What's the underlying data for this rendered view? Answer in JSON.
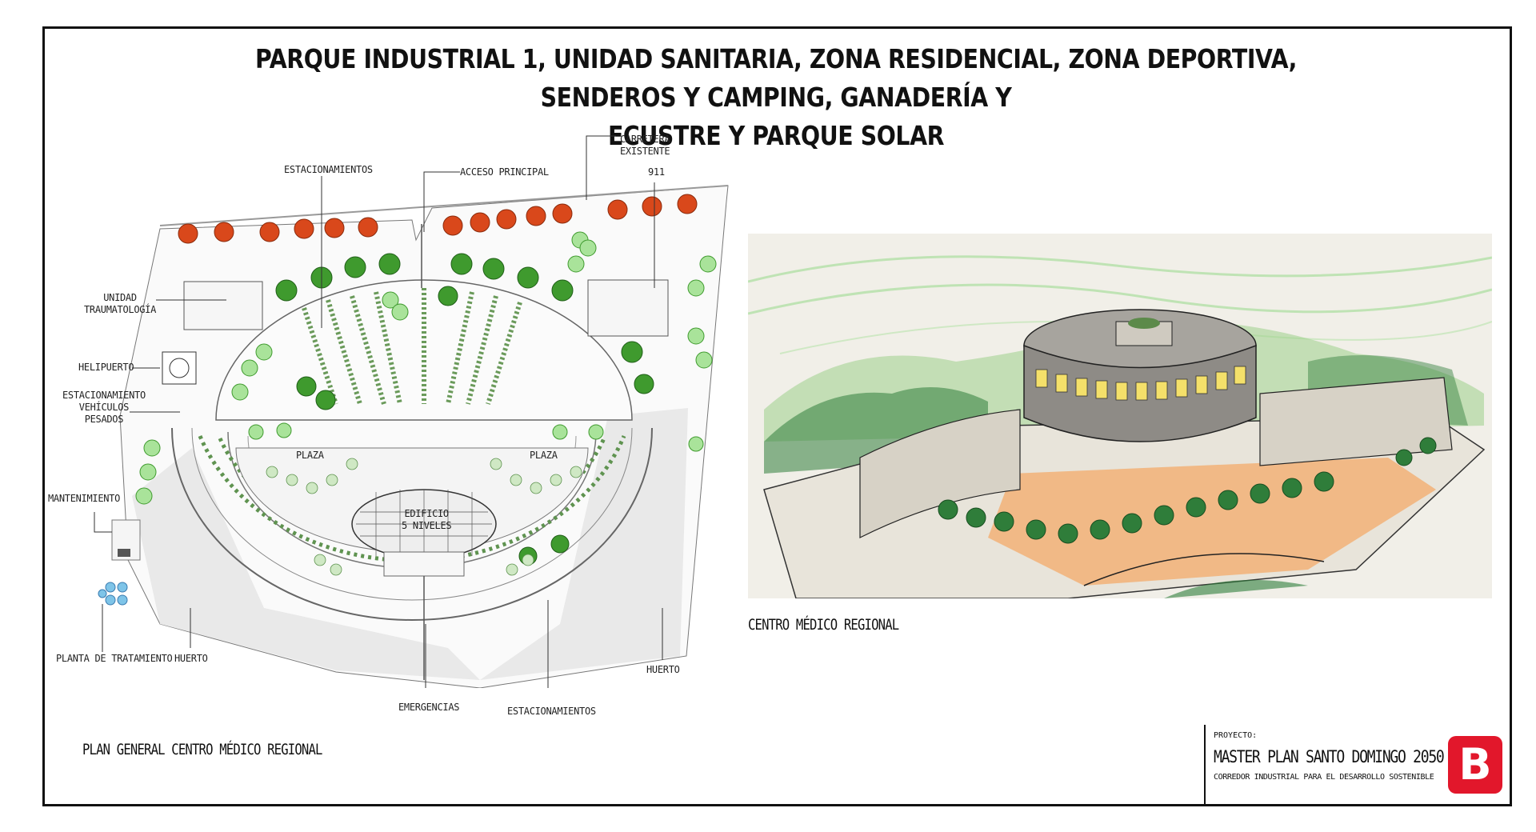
{
  "title": {
    "line1": "PARQUE INDUSTRIAL  1, UNIDAD SANITARIA, ZONA RESIDENCIAL, ZONA DEPORTIVA, SENDEROS Y CAMPING, GANADERÍA Y",
    "line2": "ECUSTRE Y PARQUE SOLAR"
  },
  "plan": {
    "labels": {
      "estacionamientos_top": "ESTACIONAMIENTOS",
      "acceso_principal": "ACCESO PRINCIPAL",
      "carretera_line1": "CARRETERA",
      "carretera_line2": "EXISTENTE",
      "n911": "911",
      "unidad_line1": "UNIDAD",
      "unidad_line2": "TRAUMATOLOGÍA",
      "helipuerto": "HELIPUERTO",
      "estac_pesados_line1": "ESTACIONAMIENTO",
      "estac_pesados_line2": "VEHÍCULOS",
      "estac_pesados_line3": "PESADOS",
      "mantenimiento": "MANTENIMIENTO",
      "plaza_left": "PLAZA",
      "plaza_right": "PLAZA",
      "edificio_line1": "EDIFICIO",
      "edificio_line2": "5 NIVELES",
      "planta": "PLANTA DE TRATAMIENTO",
      "huerto_left": "HUERTO",
      "huerto_right": "HUERTO",
      "emergencias": "EMERGENCIAS",
      "estacionamientos_bottom": "ESTACIONAMIENTOS"
    },
    "caption": "PLAN GENERAL CENTRO MÉDICO REGIONAL"
  },
  "render": {
    "caption": "CENTRO MÉDICO REGIONAL"
  },
  "project": {
    "label": "PROYECTO:",
    "name": "MASTER PLAN SANTO DOMINGO 2050",
    "subtitle": "CORREDOR INDUSTRIAL PARA EL DESARROLLO SOSTENIBLE"
  },
  "logo": {
    "letter": "B",
    "color": "#e2172b"
  },
  "colors": {
    "tree_orange": "#d9481b",
    "tree_green": "#3f9a2e",
    "tree_light": "#8fd27a",
    "hedge": "#6a9a5a",
    "orange_paving": "#f2b277"
  }
}
